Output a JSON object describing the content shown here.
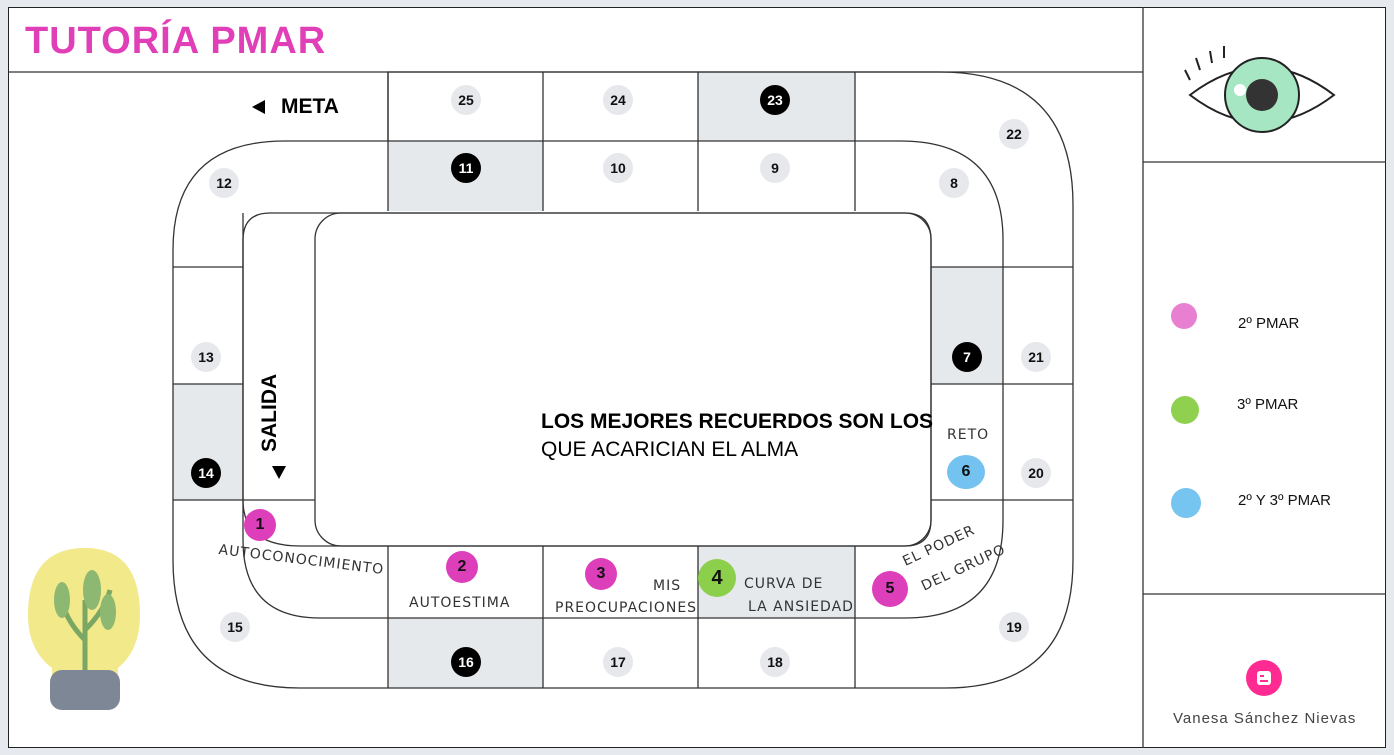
{
  "title": "TUTORÍA PMAR",
  "board": {
    "meta_label": "META",
    "salida_label": "SALIDA",
    "quote_line1": "LOS MEJORES RECUERDOS SON LOS",
    "quote_line2": "QUE ACARICIAN EL ALMA",
    "squares": [
      {
        "n": "25"
      },
      {
        "n": "24"
      },
      {
        "n": "23",
        "dark": true
      },
      {
        "n": "22"
      },
      {
        "n": "12"
      },
      {
        "n": "11",
        "dark": true
      },
      {
        "n": "10"
      },
      {
        "n": "9"
      },
      {
        "n": "8"
      },
      {
        "n": "13"
      },
      {
        "n": "7",
        "dark": true
      },
      {
        "n": "21"
      },
      {
        "n": "14",
        "dark": true
      },
      {
        "n": "20"
      },
      {
        "n": "15"
      },
      {
        "n": "16",
        "dark": true
      },
      {
        "n": "17"
      },
      {
        "n": "18"
      },
      {
        "n": "19"
      }
    ],
    "sessions": [
      {
        "n": "1",
        "label": "AUTOCONOCIMIENTO",
        "color": "#dd3fbb"
      },
      {
        "n": "2",
        "label": "AUTOESTIMA",
        "color": "#dd3fbb"
      },
      {
        "n": "3",
        "label": "MIS PREOCUPACIONES",
        "label_a": "MIS",
        "label_b": "PREOCUPACIONES",
        "color": "#dd3fbb"
      },
      {
        "n": "4",
        "label": "CURVA DE LA ANSIEDAD",
        "label_a": "CURVA DE",
        "label_b": "LA ANSIEDAD",
        "color": "#8ccf4a"
      },
      {
        "n": "5",
        "label": "EL PODER DEL GRUPO",
        "label_a": "EL PODER",
        "label_b": "DEL GRUPO",
        "color": "#dd3fbb"
      },
      {
        "n": "6",
        "label": "RETO",
        "color": "#73c2ef"
      }
    ]
  },
  "legend": [
    {
      "label": "2º PMAR",
      "color": "#e87fd0"
    },
    {
      "label": "3º PMAR",
      "color": "#8fd14f"
    },
    {
      "label": "2º Y 3º PMAR",
      "color": "#76c4f0"
    }
  ],
  "author": "Vanesa Sánchez Nievas",
  "colors": {
    "accent": "#e03fb8",
    "blogger": "#ff2a92",
    "cell_gray": "#e6e9ec"
  }
}
